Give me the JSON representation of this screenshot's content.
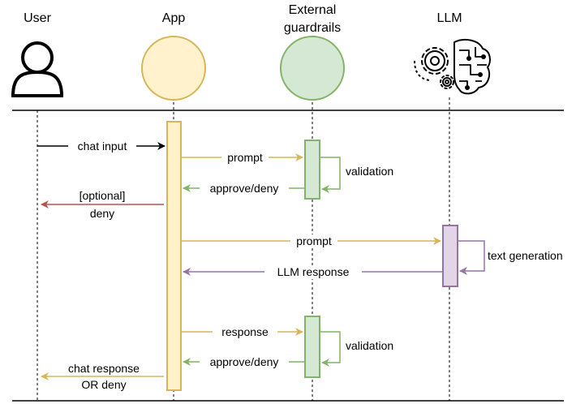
{
  "participants": {
    "user": "User",
    "app": "App",
    "guardrails_line1": "External",
    "guardrails_line2": "guardrails",
    "llm": "LLM"
  },
  "messages": {
    "chat_input": "chat input",
    "prompt_to_guardrails": "prompt",
    "validation_1": "validation",
    "approve_deny_1": "approve/deny",
    "optional_line1": "[optional]",
    "optional_line2": "deny",
    "prompt_to_llm": "prompt",
    "text_generation": "text generation",
    "llm_response": "LLM response",
    "response": "response",
    "validation_2": "validation",
    "approve_deny_2": "approve/deny",
    "chat_response_line1": "chat response",
    "chat_response_line2": "OR deny"
  },
  "colors": {
    "app_fill": "#fff2cc",
    "app_stroke": "#d6b656",
    "guardrails_fill": "#d5e8d4",
    "guardrails_stroke": "#82b366",
    "llm_fill": "#e1d5e7",
    "llm_stroke": "#9673a6",
    "deny_red": "#b85450"
  }
}
